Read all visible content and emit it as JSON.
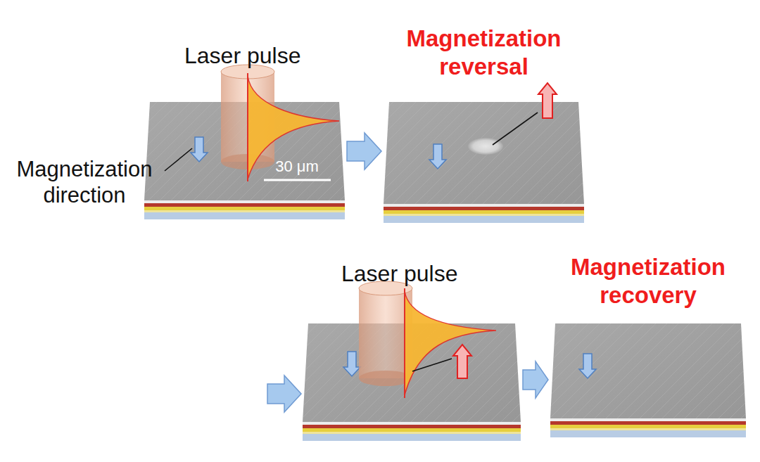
{
  "diagram": {
    "nodes": [
      {
        "text": [
          "Laser pulse"
        ]
      },
      {
        "text": [
          "Magnetization reversal"
        ]
      },
      {
        "text": [
          "Laser pulse"
        ]
      },
      {
        "text": [
          "Magnetization recovery"
        ]
      }
    ],
    "edges": [
      {
        "from": 0,
        "to": 1,
        "arrow": "to"
      },
      {
        "from": 2,
        "to": 3,
        "arrow": "to"
      }
    ],
    "labels": [
      "Magnetization direction",
      "30 μm"
    ]
  }
}
